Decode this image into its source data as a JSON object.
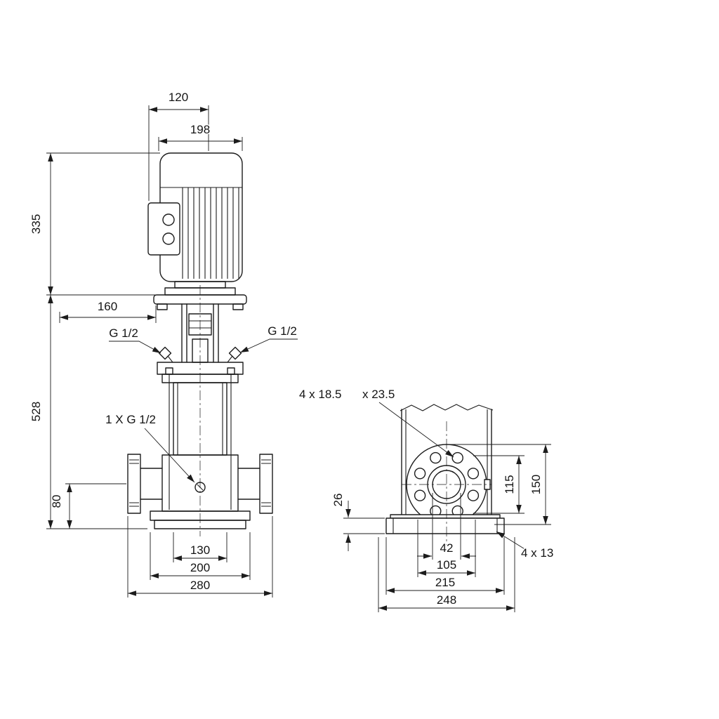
{
  "drawing": {
    "front": {
      "dim_120": "120",
      "dim_198": "198",
      "dim_335": "335",
      "dim_160": "160",
      "port_left": "G 1/2",
      "port_right": "G 1/2",
      "dim_528": "528",
      "drain_label": "1 X G 1/2",
      "dim_80": "80",
      "dim_130": "130",
      "dim_200": "200",
      "dim_280": "280"
    },
    "side": {
      "flange_holes": "4 x 18.5",
      "flange_holes_dia": "x 23.5",
      "dim_26": "26",
      "dim_115": "115",
      "dim_150": "150",
      "dim_42": "42",
      "dim_105": "105",
      "dim_215": "215",
      "dim_248": "248",
      "base_holes": "4 x 13"
    }
  }
}
